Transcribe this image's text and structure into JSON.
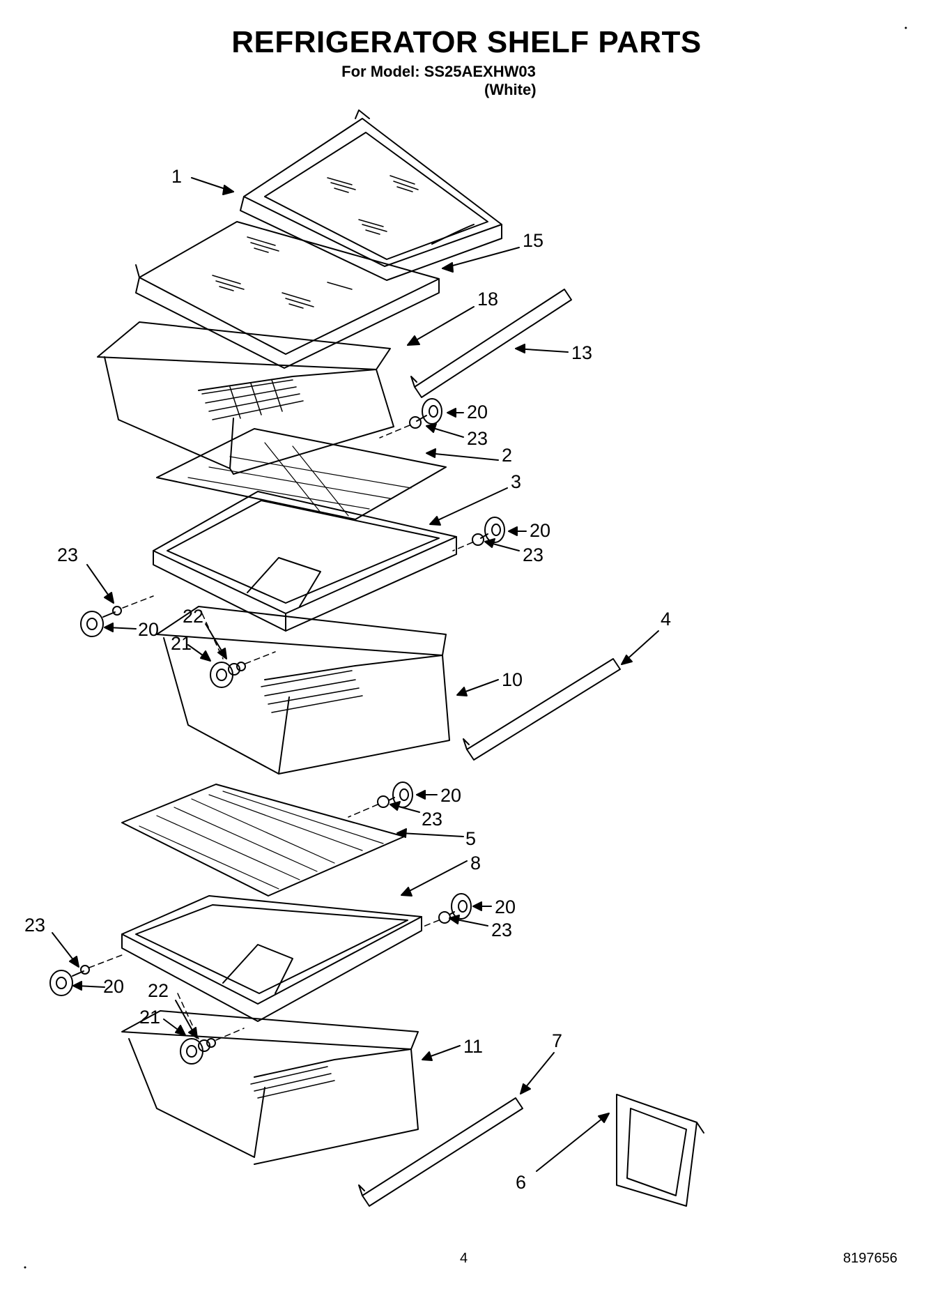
{
  "header": {
    "title": "REFRIGERATOR SHELF PARTS",
    "model": "For Model: SS25AEXHW03",
    "color": "(White)"
  },
  "footer": {
    "page_number": "4",
    "document_number": "8197656"
  },
  "callouts": {
    "c1": "1",
    "c15": "15",
    "c18": "18",
    "c13": "13",
    "c20a": "20",
    "c23a": "23",
    "c2": "2",
    "c3": "3",
    "c20b": "20",
    "c23b": "23",
    "c23c": "23",
    "c20c": "20",
    "c22a": "22",
    "c21a": "21",
    "c4": "4",
    "c10": "10",
    "c20d": "20",
    "c23d": "23",
    "c5": "5",
    "c8": "8",
    "c20e": "20",
    "c23e": "23",
    "c23f": "23",
    "c20f": "20",
    "c22b": "22",
    "c21b": "21",
    "c7": "7",
    "c11": "11",
    "c6": "6"
  }
}
